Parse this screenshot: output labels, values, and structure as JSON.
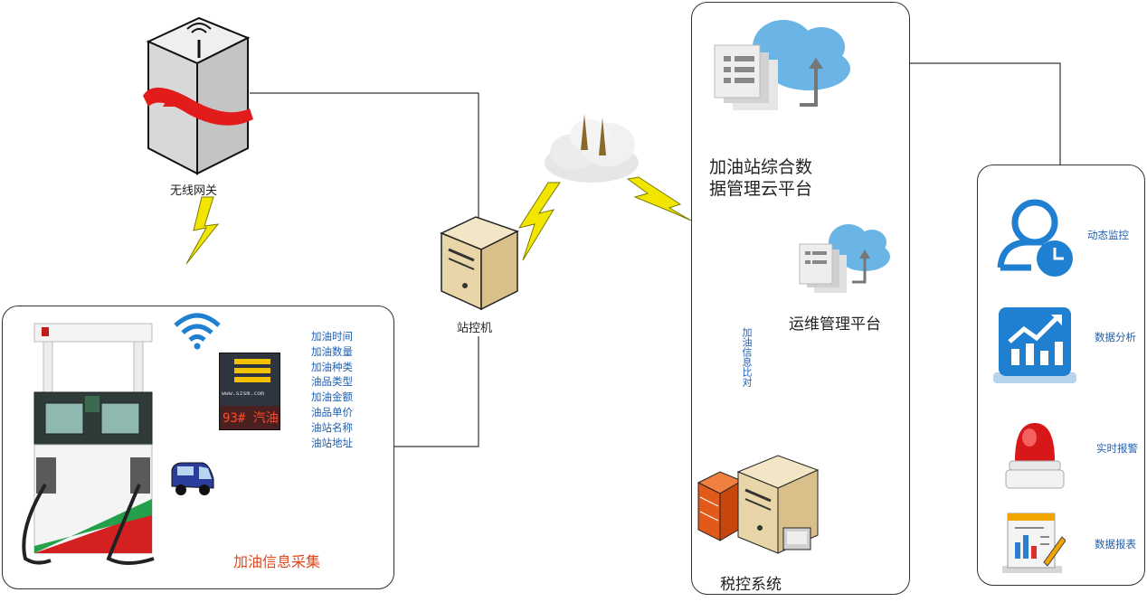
{
  "nodes": {
    "gateway": "无线网关",
    "station_pc": "站控机",
    "cloud_platform_line1": "加油站综合数",
    "cloud_platform_line2": "据管理云平台",
    "ops_platform": "运维管理平台",
    "tax_system": "税控系统",
    "collection": "加油信息采集",
    "compare": "加油信息比对"
  },
  "collected_items": [
    "加油时间",
    "加油数量",
    "加油种类",
    "油品类型",
    "加油金额",
    "油品单价",
    "油站名称",
    "油站地址"
  ],
  "features": [
    {
      "label": "动态监控",
      "icon": "user-clock-icon"
    },
    {
      "label": "数据分析",
      "icon": "analytics-chart-icon"
    },
    {
      "label": "实时报警",
      "icon": "alarm-light-icon"
    },
    {
      "label": "数据报表",
      "icon": "report-icon"
    }
  ],
  "display": {
    "fuel_grade": "93# 汽油",
    "url": "www.szsm.com"
  },
  "colors": {
    "accent": "#1f5fb0",
    "collection_title": "#e0461c",
    "lightning": "#f2e600",
    "cloud": "#6ab5e6"
  }
}
